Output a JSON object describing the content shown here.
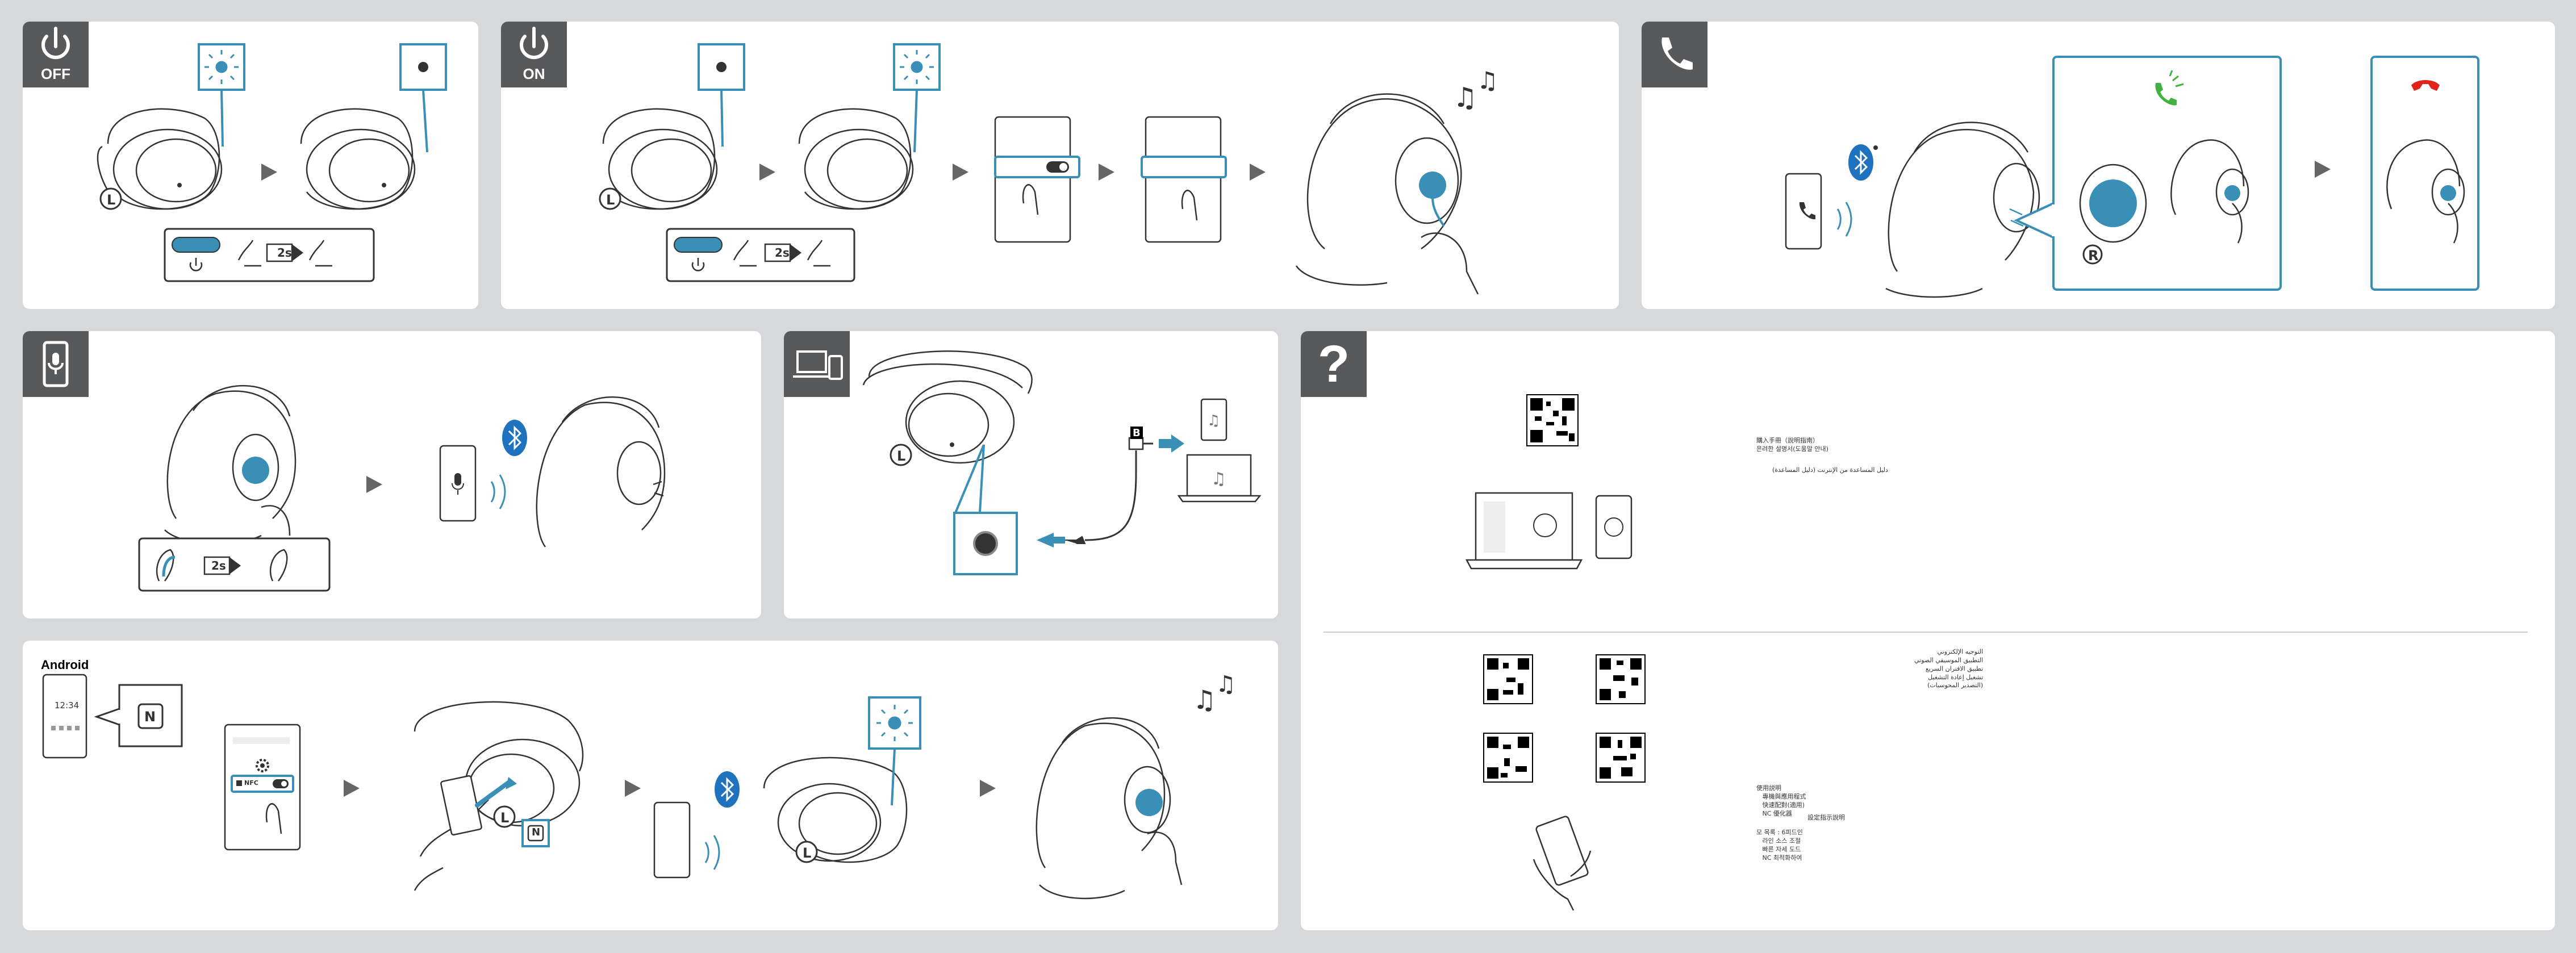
{
  "badges": {
    "off": {
      "label": "OFF",
      "icon": "power-icon"
    },
    "on": {
      "label": "ON",
      "icon": "power-icon"
    },
    "call": {
      "icon": "phone-icon"
    },
    "voice": {
      "icon": "microphone-phone-icon"
    },
    "cable": {
      "icon": "computer-phone-icon"
    },
    "help": {
      "label": "?"
    }
  },
  "markers": {
    "left": "L",
    "right": "R",
    "jack": "B",
    "timer": "2s",
    "nfc_label": "NFC",
    "nfc_mark": "N"
  },
  "android": {
    "title": "Android",
    "clock": "12:34"
  },
  "help": {
    "text1": "購入手冊（說明指南）\n은려한 설명서(도움말 안내)",
    "text2": "دليل المساعدة من الإنترنت (دليل المساعدة)",
    "text3": "التوجيه الإلكتروني\nالتطبيق الموسيقي الصوتي\nتطبيق الاقتران السريع\nتشغيل إعادة التشغيل\n(التصدير المحوسبات)",
    "text4": "使用説明\n   專機與應用程式\n   快速配對(適用)\n   NC 優化器",
    "text5": "設定指示說明",
    "text6": "모 목록 : 6피드인\n   라인 소스 조절\n   빠른 자세 도드\n   NC 최적화하여"
  },
  "colors": {
    "accent": "#3a8fb7",
    "badge": "#58595b",
    "panel": "#ffffff",
    "background": "#d7d8d9",
    "call_accept": "#3fb23f",
    "call_end": "#e2231a"
  }
}
